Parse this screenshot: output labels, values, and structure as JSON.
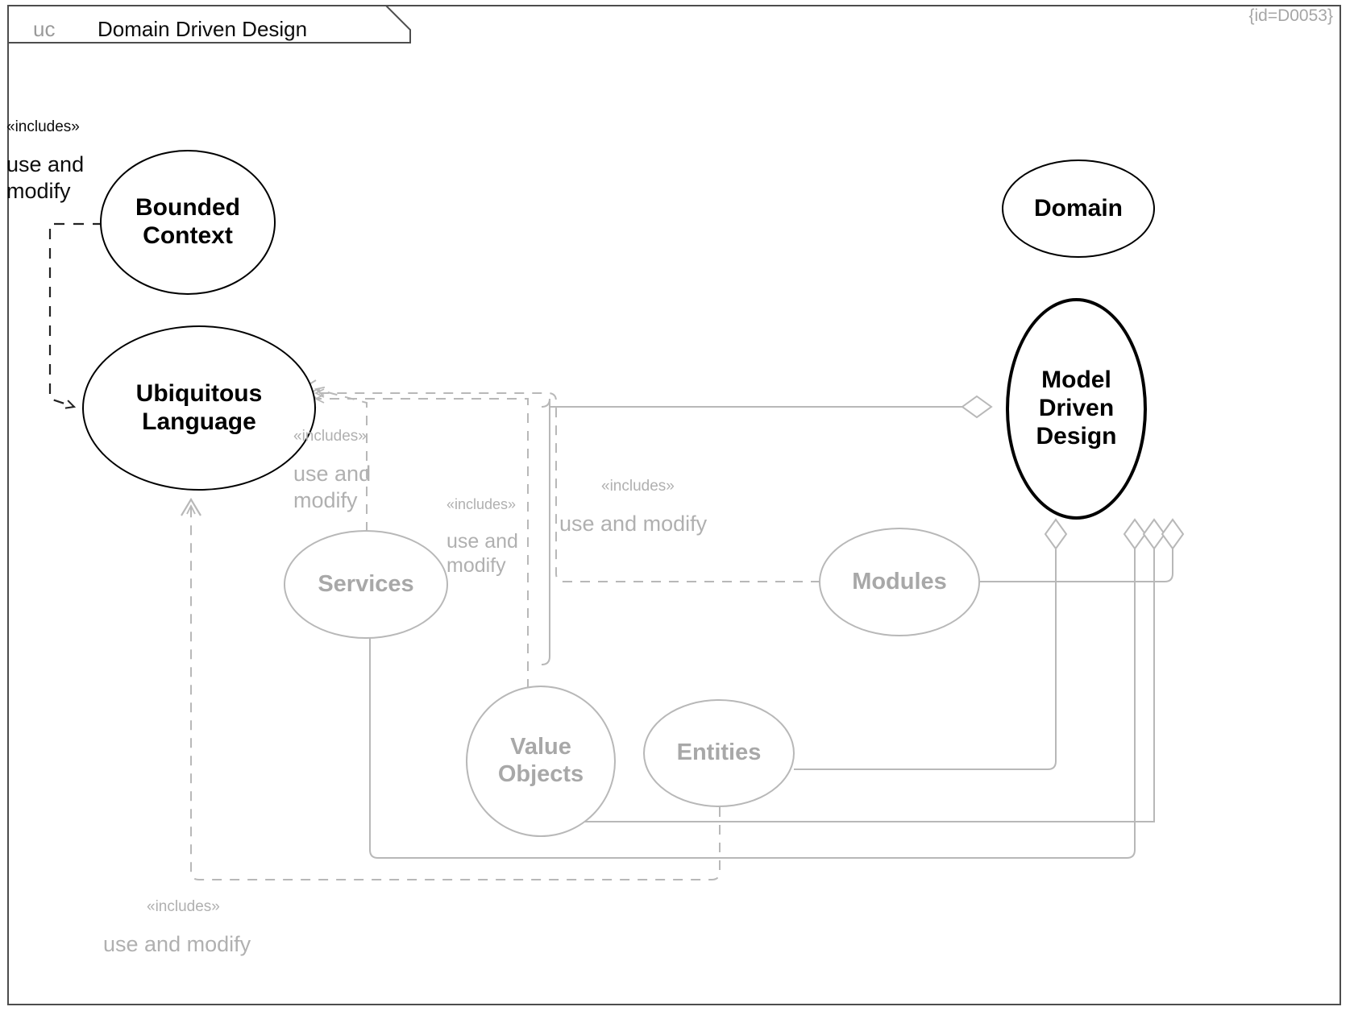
{
  "frame": {
    "kind_label": "uc",
    "title": "Domain Driven Design",
    "id_label": "{id=D0053}"
  },
  "colors": {
    "primary_stroke": "#000000",
    "secondary_stroke": "#b8b8b8",
    "frame_stroke": "#4d4d4d",
    "muted_text": "#a8a8a8",
    "id_text": "#a6a6a6"
  },
  "nodes": [
    {
      "id": "bounded-context",
      "label": "Bounded\nContext",
      "style": "black",
      "font_size": 30
    },
    {
      "id": "ubiquitous-language",
      "label": "Ubiquitous\nLanguage",
      "style": "black",
      "font_size": 30
    },
    {
      "id": "domain",
      "label": "Domain",
      "style": "black",
      "font_size": 30
    },
    {
      "id": "model-driven-design",
      "label": "Model\nDriven\nDesign",
      "style": "black-thick",
      "font_size": 30
    },
    {
      "id": "services",
      "label": "Services",
      "style": "gray",
      "font_size": 29
    },
    {
      "id": "modules",
      "label": "Modules",
      "style": "gray",
      "font_size": 29
    },
    {
      "id": "value-objects",
      "label": "Value\nObjects",
      "style": "gray",
      "font_size": 29
    },
    {
      "id": "entities",
      "label": "Entities",
      "style": "gray",
      "font_size": 29
    }
  ],
  "edge_labels": [
    {
      "id": "bounded-context-to-ubiquitous-language",
      "stereotype": "«includes»",
      "text": "use and\nmodify",
      "tone": "black"
    },
    {
      "id": "services-to-ubiquitous-language",
      "stereotype": "«includes»",
      "text": "use and\nmodify",
      "tone": "gray"
    },
    {
      "id": "value-objects-to-ubiquitous-language",
      "stereotype": "«includes»",
      "text": "use and\nmodify",
      "tone": "gray"
    },
    {
      "id": "modules-to-ubiquitous-language",
      "stereotype": "«includes»",
      "text": "use and modify",
      "tone": "gray"
    },
    {
      "id": "entities-to-ubiquitous-language",
      "stereotype": "«includes»",
      "text": "use and modify",
      "tone": "gray"
    }
  ],
  "relationships": [
    {
      "from": "bounded-context",
      "to": "ubiquitous-language",
      "type": "include",
      "line": "dashed",
      "arrow": "open"
    },
    {
      "from": "services",
      "to": "ubiquitous-language",
      "type": "include",
      "line": "dashed",
      "arrow": "open"
    },
    {
      "from": "value-objects",
      "to": "ubiquitous-language",
      "type": "include",
      "line": "dashed",
      "arrow": "open"
    },
    {
      "from": "modules",
      "to": "ubiquitous-language",
      "type": "include",
      "line": "dashed",
      "arrow": "open"
    },
    {
      "from": "entities",
      "to": "ubiquitous-language",
      "type": "include",
      "line": "dashed",
      "arrow": "open"
    },
    {
      "from": "ubiquitous-language",
      "to": "model-driven-design",
      "type": "aggregation",
      "line": "solid",
      "arrow": "diamond"
    },
    {
      "from": "services",
      "to": "model-driven-design",
      "type": "aggregation",
      "line": "solid",
      "arrow": "diamond"
    },
    {
      "from": "value-objects",
      "to": "model-driven-design",
      "type": "aggregation",
      "line": "solid",
      "arrow": "diamond"
    },
    {
      "from": "entities",
      "to": "model-driven-design",
      "type": "aggregation",
      "line": "solid",
      "arrow": "diamond"
    },
    {
      "from": "modules",
      "to": "model-driven-design",
      "type": "aggregation",
      "line": "solid",
      "arrow": "diamond"
    }
  ]
}
